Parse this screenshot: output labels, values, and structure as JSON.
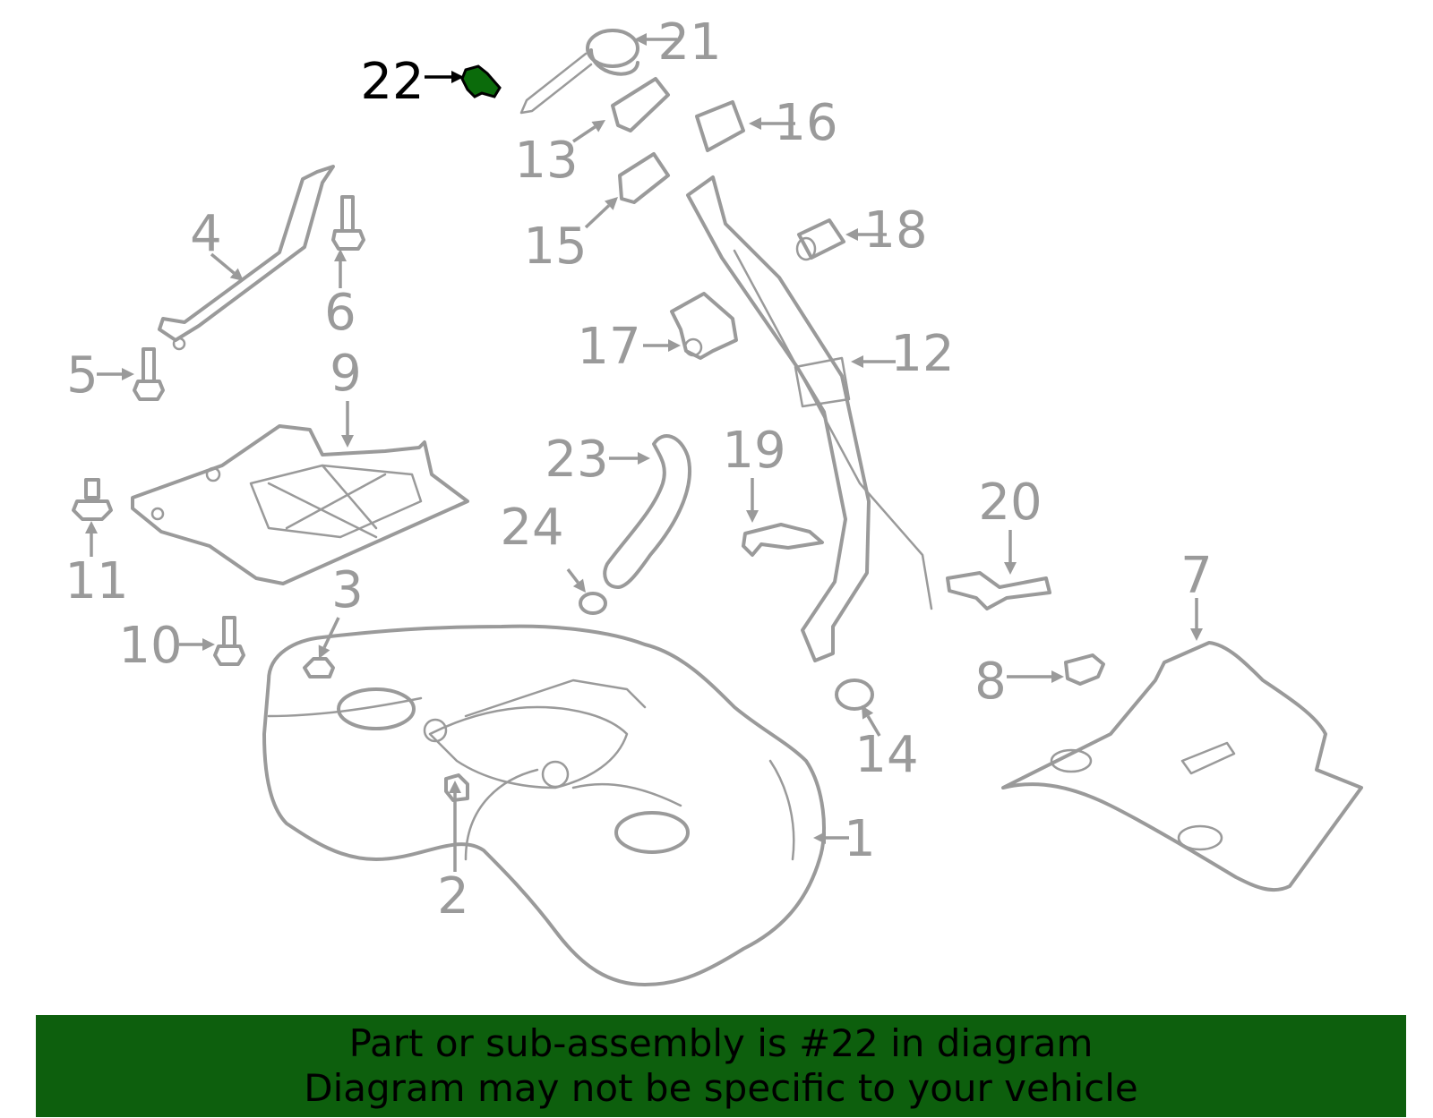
{
  "colors": {
    "line": "#9a9a9a",
    "highlight_fill": "#0b6b0b",
    "highlight_label": "#000000",
    "banner_background": "#0d5f0d",
    "banner_text": "#000000",
    "background": "#ffffff"
  },
  "highlighted_part": "22",
  "callouts": [
    {
      "id": "1",
      "label": "1"
    },
    {
      "id": "2",
      "label": "2"
    },
    {
      "id": "3",
      "label": "3"
    },
    {
      "id": "4",
      "label": "4"
    },
    {
      "id": "5",
      "label": "5"
    },
    {
      "id": "6",
      "label": "6"
    },
    {
      "id": "7",
      "label": "7"
    },
    {
      "id": "8",
      "label": "8"
    },
    {
      "id": "9",
      "label": "9"
    },
    {
      "id": "10",
      "label": "10"
    },
    {
      "id": "11",
      "label": "11"
    },
    {
      "id": "12",
      "label": "12"
    },
    {
      "id": "13",
      "label": "13"
    },
    {
      "id": "14",
      "label": "14"
    },
    {
      "id": "15",
      "label": "15"
    },
    {
      "id": "16",
      "label": "16"
    },
    {
      "id": "17",
      "label": "17"
    },
    {
      "id": "18",
      "label": "18"
    },
    {
      "id": "19",
      "label": "19"
    },
    {
      "id": "20",
      "label": "20"
    },
    {
      "id": "21",
      "label": "21"
    },
    {
      "id": "22",
      "label": "22"
    },
    {
      "id": "23",
      "label": "23"
    },
    {
      "id": "24",
      "label": "24"
    }
  ],
  "banner": {
    "line1": "Part or sub-assembly is #22 in diagram",
    "line2": "Diagram may not be specific to your vehicle"
  }
}
